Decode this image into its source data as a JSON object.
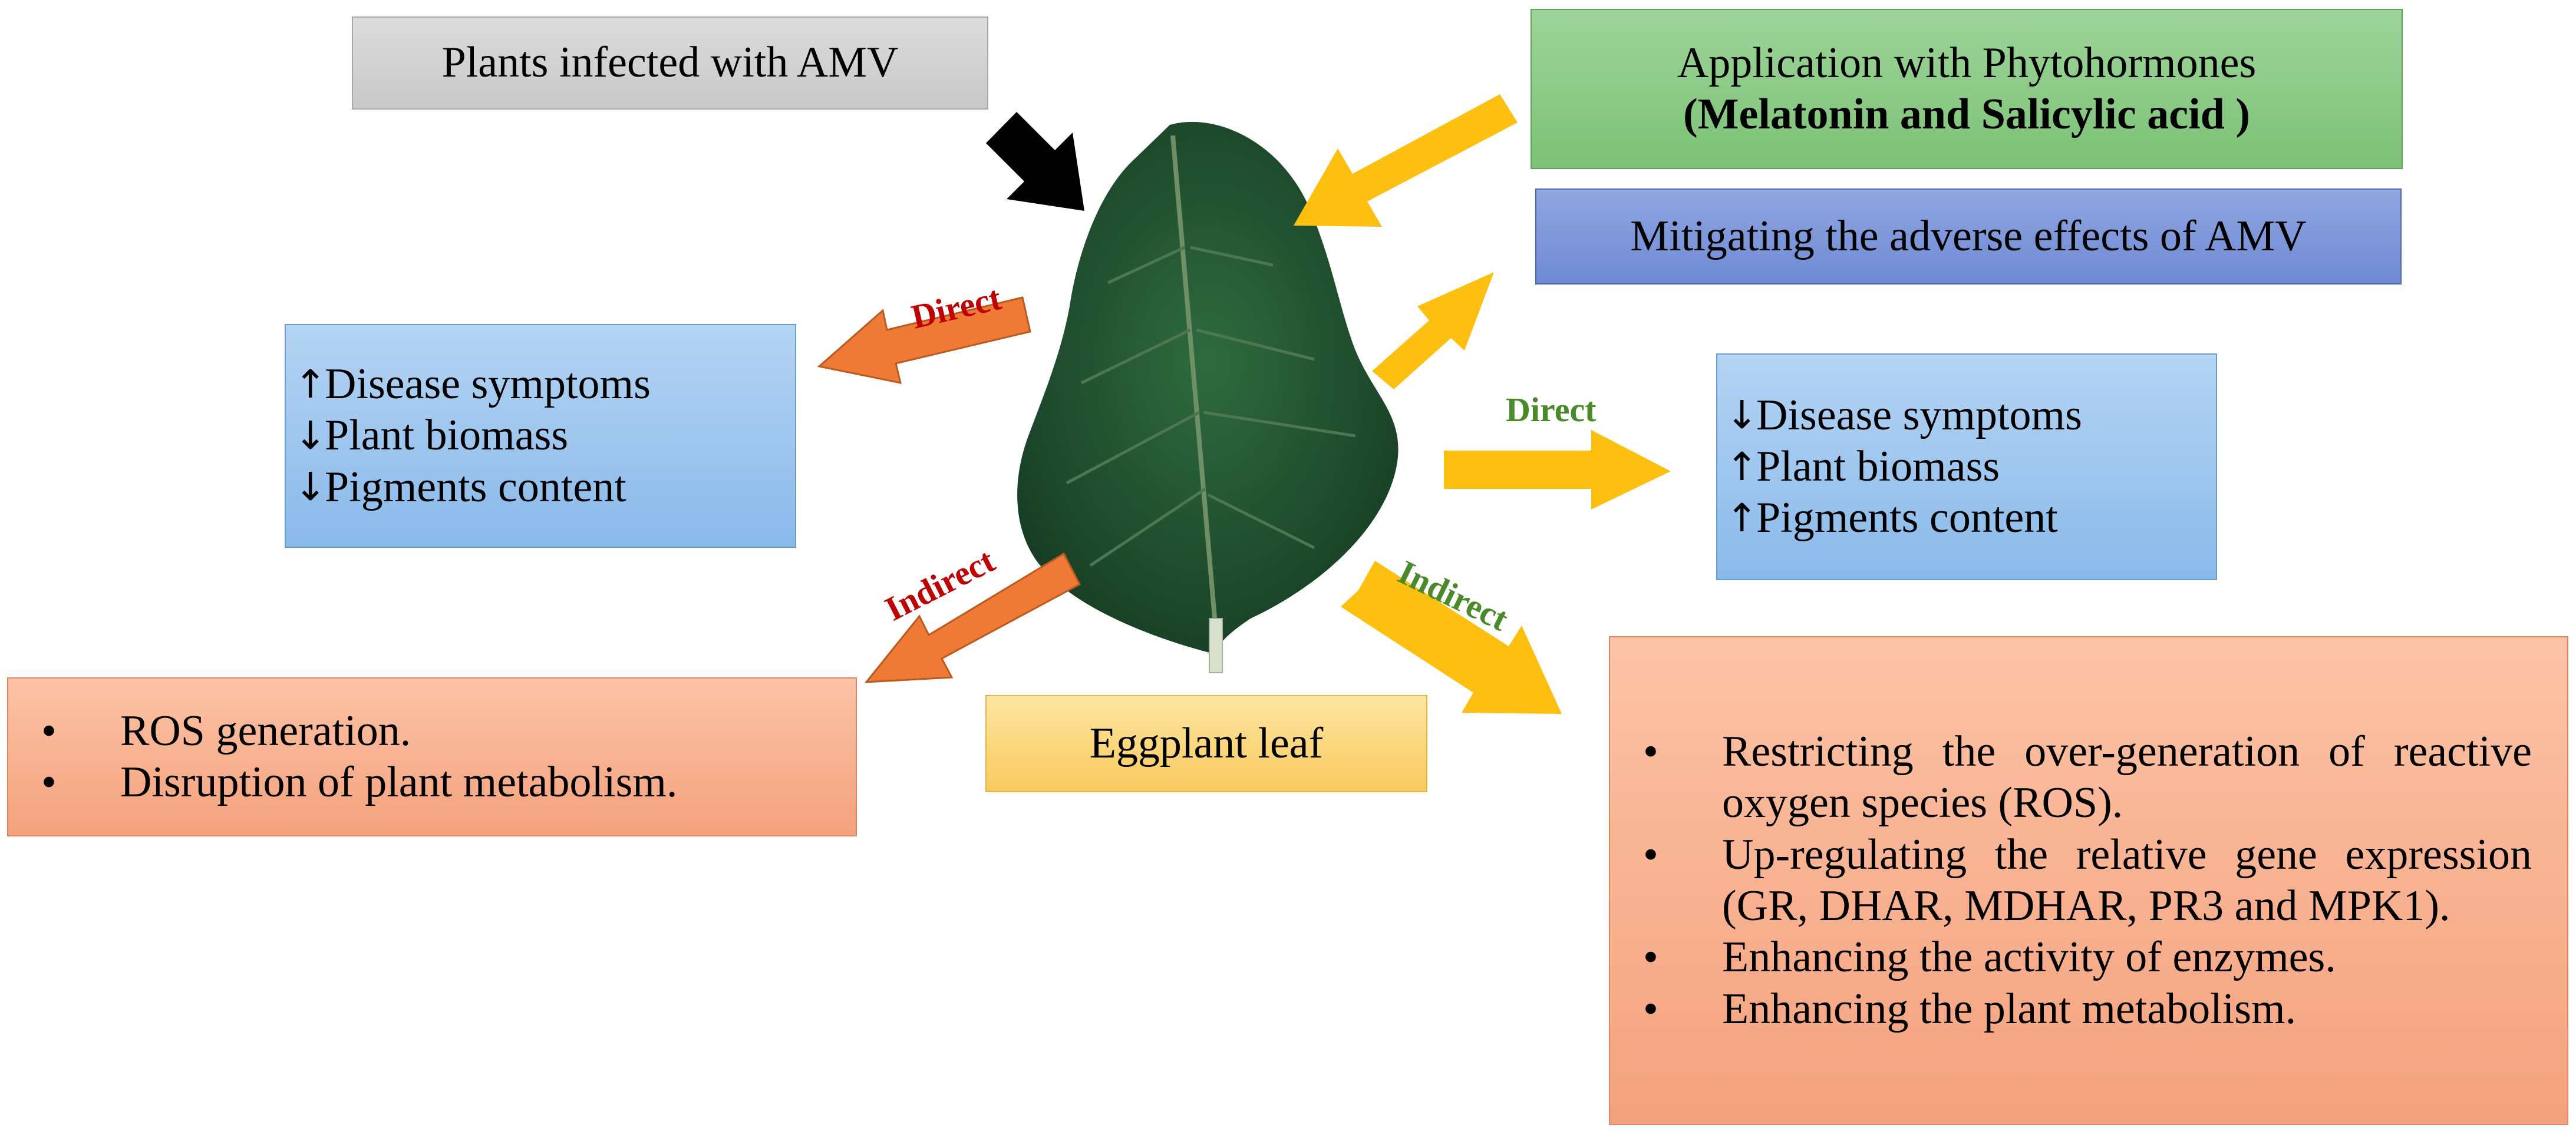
{
  "top_box": {
    "text": "Plants infected with AMV"
  },
  "application_box": {
    "line1": "Application with Phytohormones",
    "line2": "(Melatonin and Salicylic acid )"
  },
  "mitigating_box": {
    "text": "Mitigating the adverse effects of AMV"
  },
  "center_label": {
    "text": "Eggplant leaf"
  },
  "infected_direct": {
    "label": "Direct",
    "items": [
      {
        "arrow": "up",
        "text": "Disease symptoms"
      },
      {
        "arrow": "down",
        "text": "Plant biomass"
      },
      {
        "arrow": "down",
        "text": "Pigments content"
      }
    ]
  },
  "infected_indirect": {
    "label": "Indirect",
    "items": [
      "ROS generation.",
      "Disruption of plant metabolism."
    ]
  },
  "treated_direct": {
    "label": "Direct",
    "items": [
      {
        "arrow": "down",
        "text": "Disease symptoms"
      },
      {
        "arrow": "up",
        "text": "Plant biomass"
      },
      {
        "arrow": "up",
        "text": "Pigments content"
      }
    ]
  },
  "treated_indirect": {
    "label": "Indirect",
    "items": [
      "Restricting the over-generation of reactive oxygen species (ROS).",
      "Up-regulating the relative gene expression (GR, DHAR, MDHAR, PR3 and MPK1).",
      "Enhancing the activity of enzymes.",
      "Enhancing the plant metabolism."
    ]
  },
  "colors": {
    "black_arrow": "#000000",
    "orange_arrow": "#ef7a35",
    "yellow_arrow": "#fdc010",
    "red_label": "#c00000",
    "green_label": "#4a8a2a",
    "leaf": "#1f4f2d"
  }
}
